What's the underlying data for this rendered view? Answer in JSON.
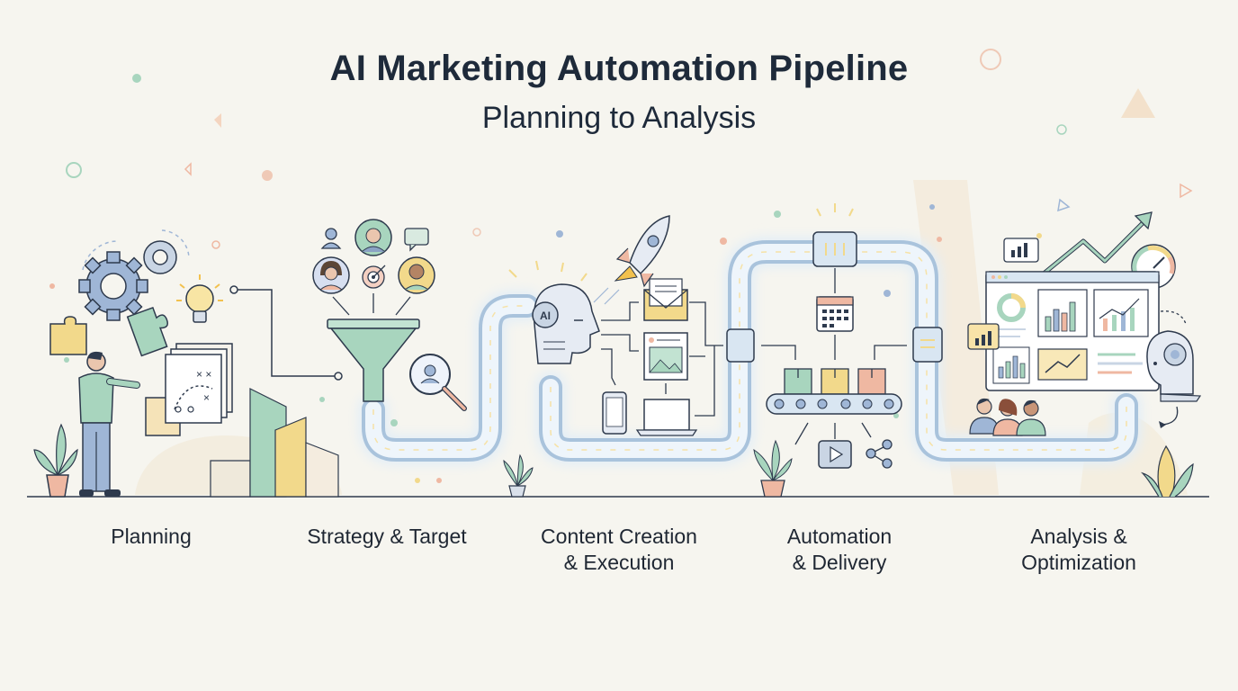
{
  "header": {
    "title": "AI Marketing Automation Pipeline",
    "subtitle": "Planning to Analysis"
  },
  "stages": [
    {
      "lines": [
        "Planning"
      ]
    },
    {
      "lines": [
        "Strategy & Target"
      ]
    },
    {
      "lines": [
        "Content Creation",
        "& Execution"
      ]
    },
    {
      "lines": [
        "Automation",
        "& Delivery"
      ]
    },
    {
      "lines": [
        "Analysis &",
        "Optimization"
      ]
    }
  ],
  "illustration": {
    "ai_badge": "AI"
  },
  "colors": {
    "background": "#f6f5ef",
    "ink": "#2e3a4d",
    "pipe": "#c9dbea",
    "pipe_glow": "#e3eef7",
    "accent_blue": "#9fb6d6",
    "accent_green": "#a8d5be",
    "accent_yellow": "#f2d98b",
    "accent_peach": "#efb8a2"
  }
}
